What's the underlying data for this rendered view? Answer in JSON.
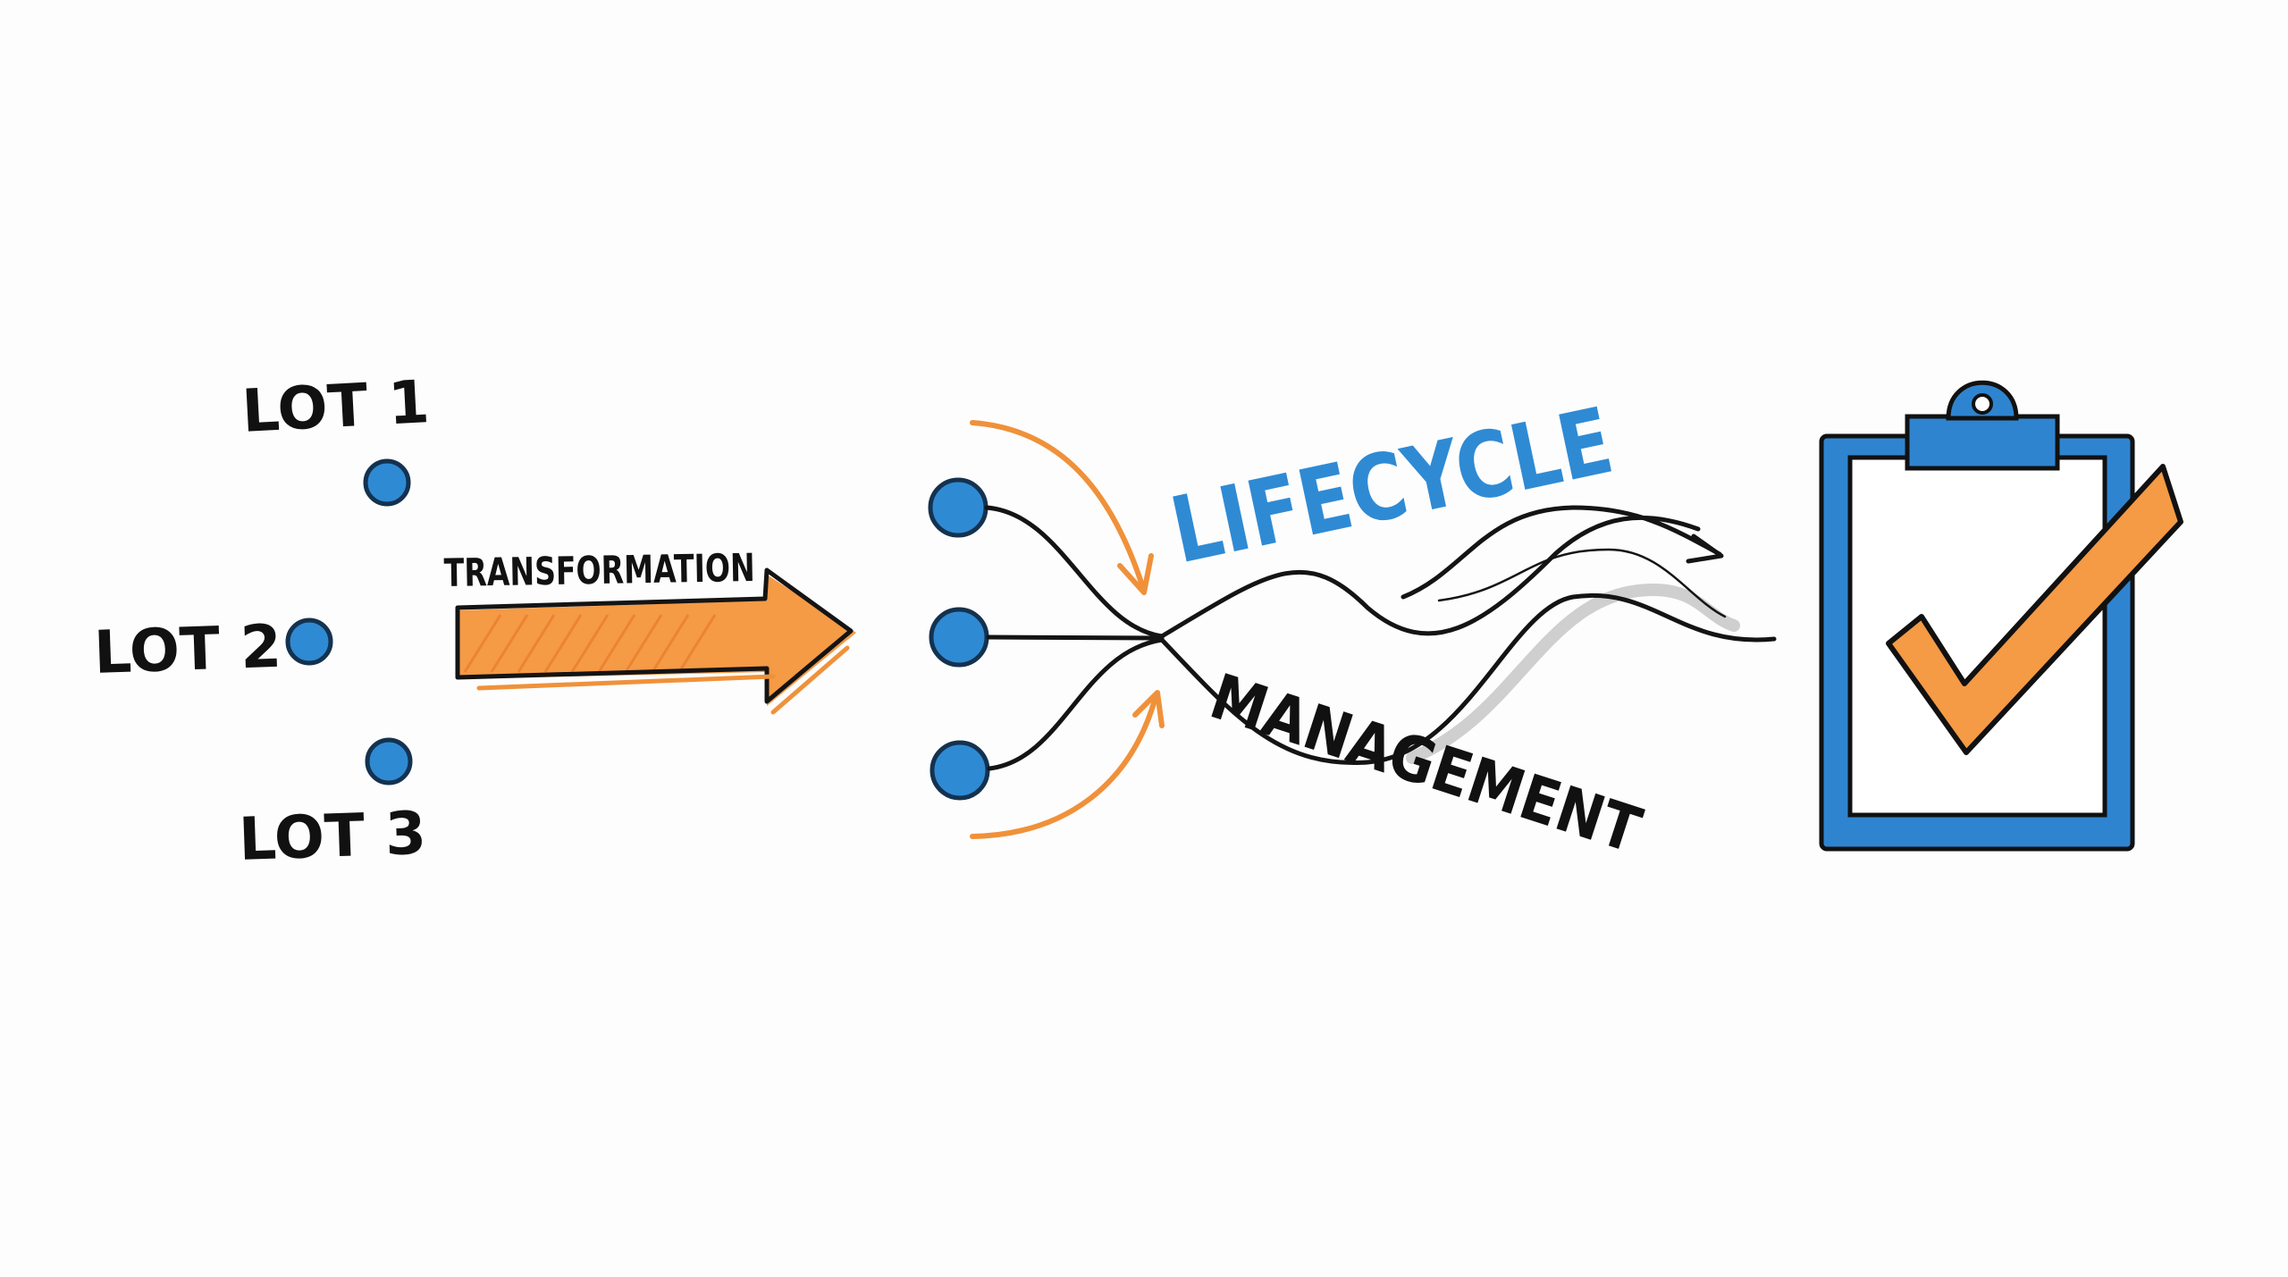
{
  "lots": [
    {
      "label": "LOT 1"
    },
    {
      "label": "LOT 2"
    },
    {
      "label": "LOT 3"
    }
  ],
  "transformation": {
    "label": "TRANSFORMATION"
  },
  "lifecycle": {
    "title_top": "LIFECYCLE",
    "title_bottom": "MANAGEMENT"
  },
  "icons": {
    "clipboard": "clipboard-icon",
    "checkmark": "checkmark-icon"
  },
  "colors": {
    "blue": "#2f8ad4",
    "orange": "#f0913a",
    "ink": "#141414",
    "background": "#fdfdfd"
  }
}
